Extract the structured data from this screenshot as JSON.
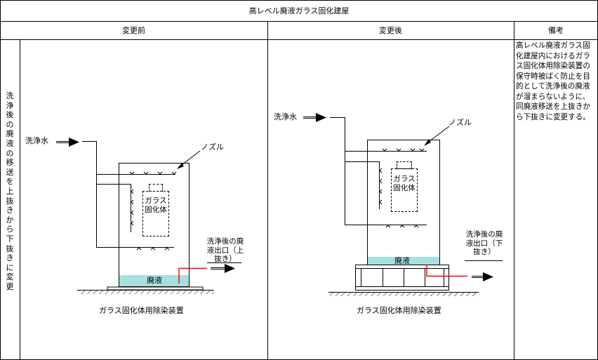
{
  "title": "高レベル廃液ガラス固化建屋",
  "headers": {
    "before": "変更前",
    "after": "変更後",
    "notes": "備考"
  },
  "row_label": "洗浄後の廃液の移送を上抜きから下抜きに変更",
  "notes_text": "高レベル廃液ガラス固化建屋内におけるガラス固化体用除染装置の保守時被ばく防止を目的として洗浄後の廃液が溜まらないように、同廃液移送を上抜きから下抜きに変更する。",
  "before": {
    "wash_water": "洗浄水",
    "nozzle": "ノズル",
    "glass_body": "ガラス固化体",
    "waste_liquid": "廃液",
    "outlet": "洗浄後の廃液出口（上抜き）",
    "caption": "ガラス固化体用除染装置"
  },
  "after": {
    "wash_water": "洗浄水",
    "nozzle": "ノズル",
    "glass_body": "ガラス固化体",
    "waste_liquid": "廃液",
    "outlet": "洗浄後の廃液出口（下抜き）",
    "caption": "ガラス固化体用除染装置"
  },
  "colors": {
    "liquid": "#a8e0e0",
    "outlet_pipe": "#ff0000",
    "line": "#000000"
  }
}
